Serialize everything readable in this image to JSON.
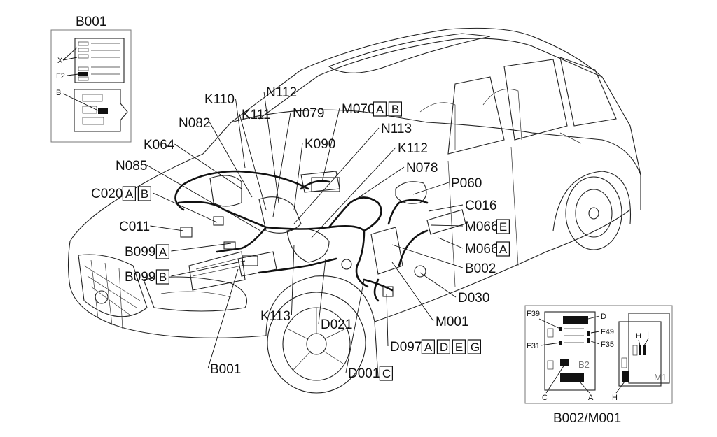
{
  "inset_b001": {
    "title": "B001",
    "labels": {
      "x": "X",
      "f2": "F2",
      "b": "B"
    }
  },
  "inset_b002": {
    "title": "B002/M001",
    "fuse_labels": {
      "f39": "F39",
      "f31": "F31",
      "f49": "F49",
      "f35": "F35",
      "d": "D",
      "c": "C",
      "a": "A",
      "h_bottom": "H",
      "h_top": "H",
      "i": "I",
      "b2": "B2",
      "m1": "M1"
    }
  },
  "callouts": [
    {
      "id": "K110",
      "code": "K110",
      "boxes": []
    },
    {
      "id": "N112",
      "code": "N112",
      "boxes": []
    },
    {
      "id": "K111",
      "code": "K111",
      "boxes": []
    },
    {
      "id": "N079",
      "code": "N079",
      "boxes": []
    },
    {
      "id": "M070",
      "code": "M070",
      "boxes": [
        "A",
        "B"
      ]
    },
    {
      "id": "N082",
      "code": "N082",
      "boxes": []
    },
    {
      "id": "N113",
      "code": "N113",
      "boxes": []
    },
    {
      "id": "K064",
      "code": "K064",
      "boxes": []
    },
    {
      "id": "K090",
      "code": "K090",
      "boxes": []
    },
    {
      "id": "K112",
      "code": "K112",
      "boxes": []
    },
    {
      "id": "N085",
      "code": "N085",
      "boxes": []
    },
    {
      "id": "N078",
      "code": "N078",
      "boxes": []
    },
    {
      "id": "C020",
      "code": "C020",
      "boxes": [
        "A",
        "B"
      ]
    },
    {
      "id": "P060",
      "code": "P060",
      "boxes": []
    },
    {
      "id": "C016",
      "code": "C016",
      "boxes": []
    },
    {
      "id": "C011",
      "code": "C011",
      "boxes": []
    },
    {
      "id": "M066E",
      "code": "M066",
      "boxes": [
        "E"
      ]
    },
    {
      "id": "B099A",
      "code": "B099",
      "boxes": [
        "A"
      ]
    },
    {
      "id": "M066A",
      "code": "M066",
      "boxes": [
        "A"
      ]
    },
    {
      "id": "B002",
      "code": "B002",
      "boxes": []
    },
    {
      "id": "B099B",
      "code": "B099",
      "boxes": [
        "B"
      ]
    },
    {
      "id": "D030",
      "code": "D030",
      "boxes": []
    },
    {
      "id": "K113",
      "code": "K113",
      "boxes": []
    },
    {
      "id": "D021",
      "code": "D021",
      "boxes": []
    },
    {
      "id": "M001",
      "code": "M001",
      "boxes": []
    },
    {
      "id": "D097",
      "code": "D097",
      "boxes": [
        "A",
        "D",
        "E",
        "G"
      ]
    },
    {
      "id": "B001",
      "code": "B001",
      "boxes": []
    },
    {
      "id": "D001",
      "code": "D001",
      "boxes": [
        "C"
      ]
    }
  ]
}
